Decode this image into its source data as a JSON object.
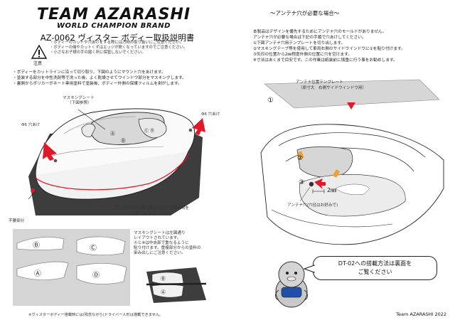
{
  "brand": {
    "logo_main": "TEAM AZARASHI",
    "logo_sub": "WORLD CHAMPION BRAND"
  },
  "document": {
    "title": "AZ-0062 ヴィスター ボディー取扱説明書"
  },
  "caution": {
    "label": "注意",
    "lines": [
      "・ボディーのカットや穴あけをする際には刃物の取り扱いにご注意ください。",
      "・ボディーの端やカットくずはエッジが鋭くなっていますのでご注意ください。",
      "・小さなお子様の手の届く所に保管しないでください。"
    ]
  },
  "steps": [
    "・ボディーをカットラインに沿って切り取り、下図のようにマウント穴をあけます。",
    "・塗装する部分を中性洗剤等で洗った後、よく乾燥させてウインドウ部分をマスキングします。",
    "・裏側からポリカーボネート専用塗料で塗装後、ボディー外側の保護フィルムを剥がします。"
  ],
  "diagram_labels": {
    "masking_sheet": "マスキングシート",
    "masking_ref": "（下図参照）",
    "hole_left": "Φ6 穴あけ",
    "hole_right": "Φ6 穴あけ",
    "waste_part": "不要部分",
    "antenna_note_1": "アンテナ穴が必要な場合は右の詳細説明を",
    "antenna_note_2": "ご覧ください",
    "markers": [
      "Ⓐ",
      "Ⓑ",
      "Ⓒ",
      "Ⓓ"
    ]
  },
  "masking_note": [
    "マスキングシートは左図通り",
    "レイアウトされています。",
    "Ⓐと⑧は中央部で重なるように",
    "貼り付けます。重複部分からの塗料の",
    "染み出しにご注意ください。"
  ],
  "antenna_section": {
    "title": "～アンテナ穴が必要な場合～",
    "body": [
      "本製品はデザインを優先するためにアンテナ穴のモールドがありません。",
      "アンテナ穴が必要な場合は下記の手順で穴あけしてください。",
      "①下図アンテナ穴用テンプレートを切り出します。",
      "②マスキングテープ等を使用して車両右側のサイドウインドウに①を貼り付けます。",
      "③矢印の位置から2㎜程度外側の位置に穴を空けます。",
      "※寸法はあくまで目安です。この作業は紙装前に慎重に行う事をお勧めします。"
    ],
    "template_title": "アンテナ位置テンプレート",
    "template_sub": "（原寸大　右側サイドウインドウ用）",
    "step1": "①",
    "step2": "②",
    "step3": "③",
    "dimension": "2㎜",
    "hole_label": "アンテナ穴(穴径はお好みで)"
  },
  "speech_bubble": {
    "line1": "DT-02への搭載方法は裏面を",
    "line2": "ご覧ください"
  },
  "footer": {
    "left_note": "※ヴィスターボディー搭載時には(残念ながら)ドライバー人形は搭載できません。",
    "right_credit": "Team AZARASHI 2022"
  },
  "colors": {
    "accent_red": "#e0192a",
    "gray": "#cfcfcf",
    "dark_gray": "#3a3a3a",
    "orange": "#f0a030"
  }
}
